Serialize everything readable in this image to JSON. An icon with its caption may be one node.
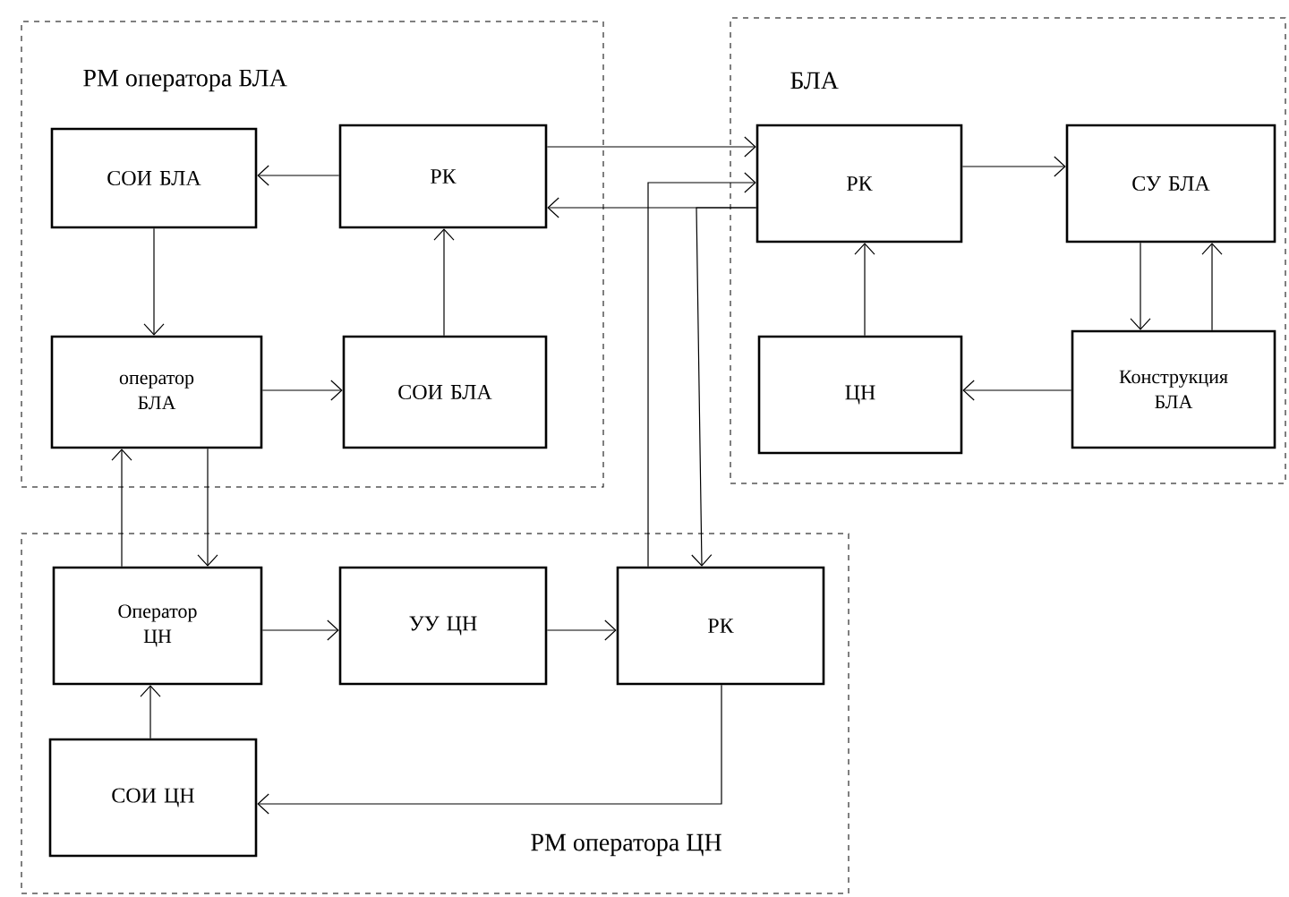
{
  "diagram": {
    "nodes": [
      {
        "text": [
          "РМ оператора БЛА"
        ]
      },
      {
        "text": [
          "СОИ БЛА"
        ],
        "in": 0
      },
      {
        "text": [
          "РК"
        ],
        "in": 0
      },
      {
        "text": [
          "оператор БЛА"
        ],
        "in": 0
      },
      {
        "text": [
          "СОИ БЛА"
        ],
        "in": 0
      },
      {
        "text": [
          "БЛА"
        ]
      },
      {
        "text": [
          "РК"
        ],
        "in": 5
      },
      {
        "text": [
          "СУ БЛА"
        ],
        "in": 5
      },
      {
        "text": [
          "ЦН"
        ],
        "in": 5
      },
      {
        "text": [
          "Конструкция БЛА"
        ],
        "in": 5
      },
      {
        "text": [
          "РМ оператора ЦН"
        ]
      },
      {
        "text": [
          "Оператор ЦН"
        ],
        "in": 10
      },
      {
        "text": [
          "УУ ЦН"
        ],
        "in": 10
      },
      {
        "text": [
          "РК"
        ],
        "in": 10
      },
      {
        "text": [
          "СОИ ЦН"
        ],
        "in": 10
      }
    ],
    "edges": [
      {
        "from": 2,
        "to": 1,
        "arrow": "to"
      },
      {
        "from": 1,
        "to": 3,
        "arrow": "to"
      },
      {
        "from": 3,
        "to": 4,
        "arrow": "to"
      },
      {
        "from": 4,
        "to": 2,
        "arrow": "to"
      },
      {
        "from": 2,
        "to": 6,
        "arrow": "to"
      },
      {
        "from": 13,
        "to": 6,
        "arrow": "to"
      },
      {
        "from": 6,
        "to": 2,
        "arrow": "to"
      },
      {
        "from": 6,
        "to": 13,
        "arrow": "to"
      },
      {
        "from": 6,
        "to": 7,
        "arrow": "to"
      },
      {
        "from": 7,
        "to": 9,
        "arrow": "to"
      },
      {
        "from": 9,
        "to": 7,
        "arrow": "to"
      },
      {
        "from": 9,
        "to": 8,
        "arrow": "to"
      },
      {
        "from": 8,
        "to": 6,
        "arrow": "to"
      },
      {
        "from": 11,
        "to": 3,
        "arrow": "to"
      },
      {
        "from": 3,
        "to": 11,
        "arrow": "to"
      },
      {
        "from": 11,
        "to": 12,
        "arrow": "to"
      },
      {
        "from": 12,
        "to": 13,
        "arrow": "to"
      },
      {
        "from": 13,
        "to": 14,
        "arrow": "to"
      },
      {
        "from": 14,
        "to": 11,
        "arrow": "to"
      }
    ]
  }
}
